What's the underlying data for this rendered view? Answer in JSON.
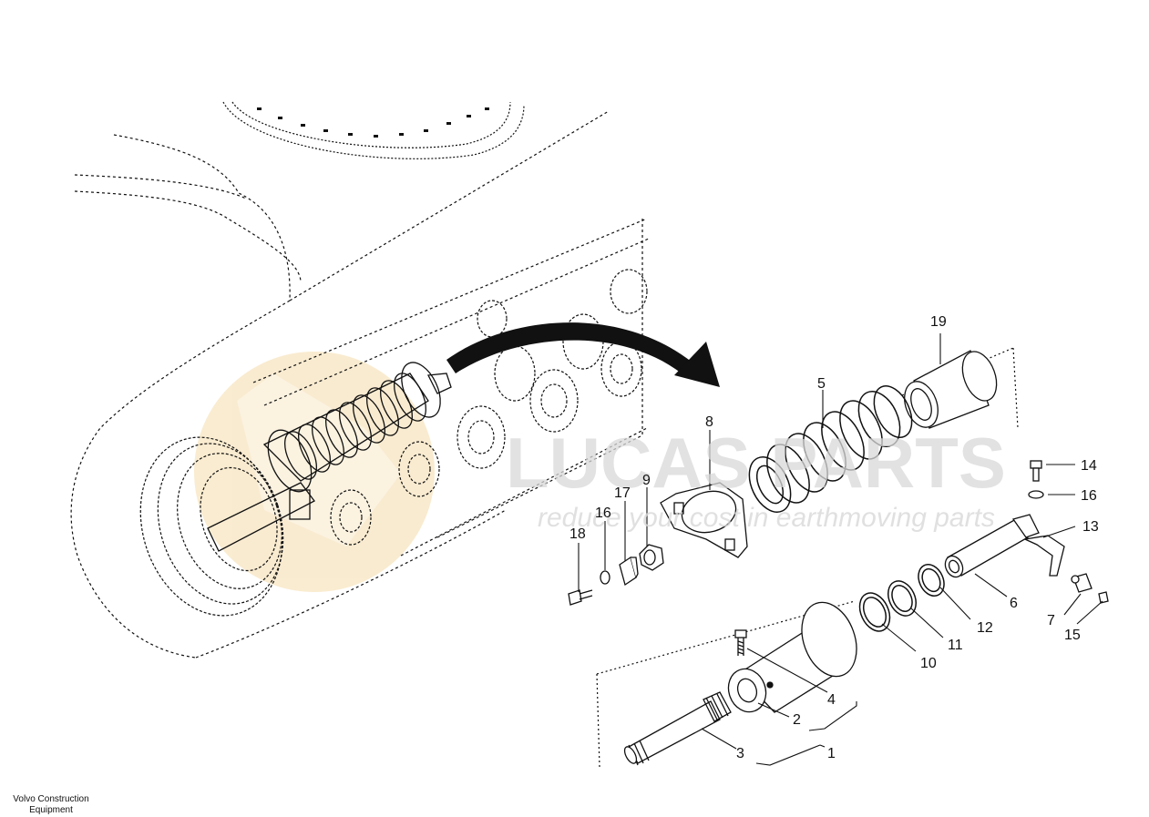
{
  "watermark": {
    "title": "LUCAS PARTS",
    "subtitle": "reduce your cost in earthmoving parts"
  },
  "credit": {
    "line1": "Volvo Construction",
    "line2": "Equipment"
  },
  "callouts": {
    "c1": "1",
    "c2": "2",
    "c3": "3",
    "c4": "4",
    "c5": "5",
    "c6": "6",
    "c7": "7",
    "c8": "8",
    "c9": "9",
    "c10": "10",
    "c11": "11",
    "c12": "12",
    "c13": "13",
    "c14": "14",
    "c15": "15",
    "c16a": "16",
    "c16b": "16",
    "c17": "17",
    "c18": "18",
    "c19": "19"
  },
  "colors": {
    "line": "#111111",
    "watermark_text": "#d9d9d9",
    "watermark_logo": "#f3d9a6"
  }
}
